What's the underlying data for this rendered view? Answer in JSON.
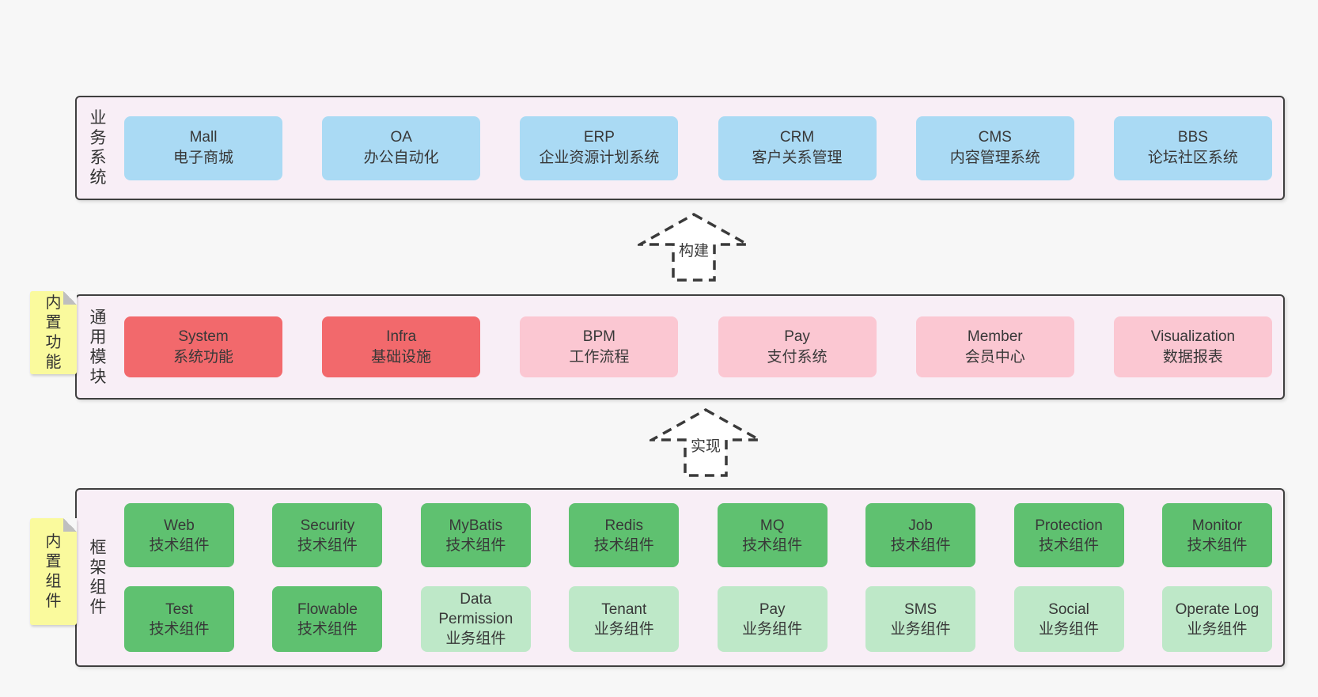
{
  "colors": {
    "page_bg": "#f7f7f7",
    "layer_bg": "#f8eef6",
    "layer_border": "#3f3f3f",
    "blue": "#aadaf4",
    "red": "#f2696c",
    "pink": "#fbc7d2",
    "green": "#5fc170",
    "light_green": "#bee8c8",
    "sticky": "#fafa9d",
    "fold": "#bfbfbf",
    "text": "#383838"
  },
  "arrows": {
    "build": {
      "label": "构建"
    },
    "implement": {
      "label": "实现"
    }
  },
  "layers": {
    "business": {
      "label": "业务系统",
      "boxes": [
        {
          "name": "Mall",
          "desc": "电子商城",
          "color": "blue"
        },
        {
          "name": "OA",
          "desc": "办公自动化",
          "color": "blue"
        },
        {
          "name": "ERP",
          "desc": "企业资源计划系统",
          "color": "blue"
        },
        {
          "name": "CRM",
          "desc": "客户关系管理",
          "color": "blue"
        },
        {
          "name": "CMS",
          "desc": "内容管理系统",
          "color": "blue"
        },
        {
          "name": "BBS",
          "desc": "论坛社区系统",
          "color": "blue"
        }
      ]
    },
    "modules": {
      "label": "通用模块",
      "sticky": "内置功能",
      "boxes": [
        {
          "name": "System",
          "desc": "系统功能",
          "color": "red"
        },
        {
          "name": "Infra",
          "desc": "基础设施",
          "color": "red"
        },
        {
          "name": "BPM",
          "desc": "工作流程",
          "color": "pink"
        },
        {
          "name": "Pay",
          "desc": "支付系统",
          "color": "pink"
        },
        {
          "name": "Member",
          "desc": "会员中心",
          "color": "pink"
        },
        {
          "name": "Visualization",
          "desc": "数据报表",
          "color": "pink"
        }
      ]
    },
    "components": {
      "label": "框架组件",
      "sticky": "内置组件",
      "row1": [
        {
          "name": "Web",
          "desc": "技术组件",
          "color": "green"
        },
        {
          "name": "Security",
          "desc": "技术组件",
          "color": "green"
        },
        {
          "name": "MyBatis",
          "desc": "技术组件",
          "color": "green"
        },
        {
          "name": "Redis",
          "desc": "技术组件",
          "color": "green"
        },
        {
          "name": "MQ",
          "desc": "技术组件",
          "color": "green"
        },
        {
          "name": "Job",
          "desc": "技术组件",
          "color": "green"
        },
        {
          "name": "Protection",
          "desc": "技术组件",
          "color": "green"
        },
        {
          "name": "Monitor",
          "desc": "技术组件",
          "color": "green"
        }
      ],
      "row2": [
        {
          "name": "Test",
          "desc": "技术组件",
          "color": "green"
        },
        {
          "name": "Flowable",
          "desc": "技术组件",
          "color": "green"
        },
        {
          "name": "Data Permission",
          "desc": "业务组件",
          "color": "light_green"
        },
        {
          "name": "Tenant",
          "desc": "业务组件",
          "color": "light_green"
        },
        {
          "name": "Pay",
          "desc": "业务组件",
          "color": "light_green"
        },
        {
          "name": "SMS",
          "desc": "业务组件",
          "color": "light_green"
        },
        {
          "name": "Social",
          "desc": "业务组件",
          "color": "light_green"
        },
        {
          "name": "Operate Log",
          "desc": "业务组件",
          "color": "light_green"
        }
      ]
    }
  }
}
